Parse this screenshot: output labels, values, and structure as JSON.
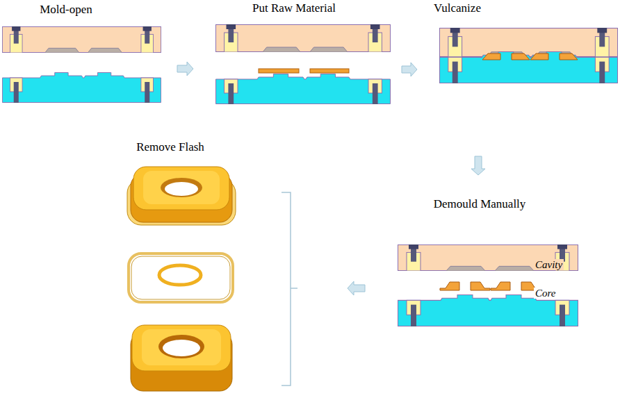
{
  "diagram": {
    "nodes": [
      {
        "text": [
          "Mold-open"
        ]
      },
      {
        "text": [
          "Put Raw Material"
        ]
      },
      {
        "text": [
          "Vulcanize"
        ]
      },
      {
        "text": [
          "Demould Manually"
        ]
      },
      {
        "text": [
          "Remove Flash"
        ]
      }
    ],
    "edges": [
      {
        "from": 0,
        "to": 1,
        "arrow": "to"
      },
      {
        "from": 1,
        "to": 2,
        "arrow": "to"
      },
      {
        "from": 2,
        "to": 3,
        "arrow": "to"
      },
      {
        "from": 3,
        "to": 4,
        "arrow": "to"
      }
    ],
    "labels": [
      "Cavity",
      "Core"
    ]
  }
}
